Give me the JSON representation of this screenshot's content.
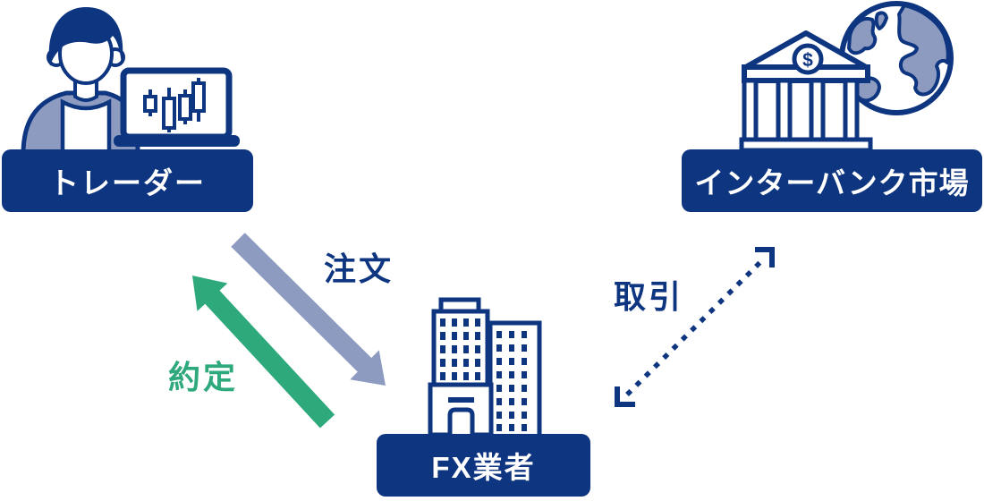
{
  "palette": {
    "navy": "#0E3580",
    "periwinkle": "#8D9BC0",
    "green": "#2EA97B",
    "background": "#FFFFFF",
    "label_text": "#FFFFFF"
  },
  "diagram": {
    "nodes": {
      "trader": {
        "label": "トレーダー",
        "icon": "person-at-laptop-icon"
      },
      "interbank_market": {
        "label": "インターバンク市場",
        "icon": "bank-with-globe-icon"
      },
      "fx_broker": {
        "label": "FX業者",
        "icon": "office-buildings-icon"
      }
    },
    "arrows": {
      "order": {
        "label": "注文",
        "from": "trader",
        "to": "fx_broker",
        "style": "solid",
        "color": "#8D9BC0"
      },
      "execution": {
        "label": "約定",
        "from": "fx_broker",
        "to": "trader",
        "style": "solid",
        "color": "#2EA97B"
      },
      "transaction": {
        "label": "取引",
        "between": [
          "fx_broker",
          "interbank_market"
        ],
        "style": "dotted",
        "color": "#0E3580",
        "bidirectional": true
      }
    },
    "bank_currency_symbol": "$"
  }
}
